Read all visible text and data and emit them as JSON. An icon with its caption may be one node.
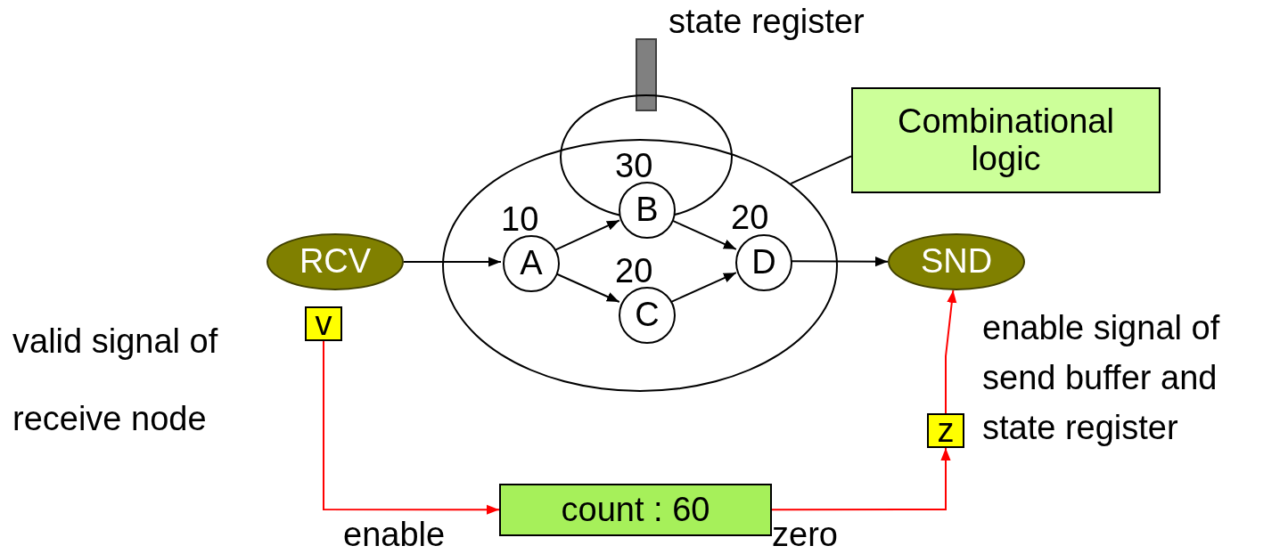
{
  "diagram": {
    "nodes": [
      {
        "text": [],
        "shape": "circle"
      },
      {
        "text": [],
        "shape": "circle"
      },
      {
        "text": [],
        "shape": "bar",
        "beside": [
          "state register"
        ]
      },
      {
        "text": [
          "Combinational logic"
        ]
      },
      {
        "text": [
          "RCV"
        ]
      },
      {
        "text": [
          "A"
        ],
        "in": 0,
        "beside": [
          "10"
        ]
      },
      {
        "text": [
          "B"
        ],
        "in": 0,
        "beside": [
          "30"
        ]
      },
      {
        "text": [
          "C"
        ],
        "in": 0,
        "beside": [
          "20"
        ]
      },
      {
        "text": [
          "D"
        ],
        "in": 0,
        "beside": [
          "20"
        ]
      },
      {
        "text": [
          "SND"
        ]
      },
      {
        "text": [
          "v"
        ],
        "beside": [
          "valid signal of receive node"
        ]
      },
      {
        "text": [
          "count : 60"
        ]
      },
      {
        "text": [
          "z"
        ],
        "beside": [
          "enable signal of send buffer and state register"
        ]
      }
    ],
    "edges": [
      {
        "from": 4,
        "to": 5,
        "arrow": "to"
      },
      {
        "from": 5,
        "to": 6,
        "arrow": "to"
      },
      {
        "from": 5,
        "to": 7,
        "arrow": "to"
      },
      {
        "from": 6,
        "to": 8,
        "arrow": "to"
      },
      {
        "from": 7,
        "to": 8,
        "arrow": "to"
      },
      {
        "from": 8,
        "to": 9,
        "arrow": "to"
      },
      {
        "from": 10,
        "to": 11,
        "arrow": "to",
        "label": "enable",
        "color": "#ff0000"
      },
      {
        "from": 11,
        "to": 12,
        "arrow": "to",
        "label": "zero",
        "color": "#ff0000"
      },
      {
        "from": 12,
        "to": 9,
        "arrow": "to",
        "color": "#ff0000"
      },
      {
        "from": 3,
        "to": 0,
        "arrow": "none"
      }
    ]
  }
}
